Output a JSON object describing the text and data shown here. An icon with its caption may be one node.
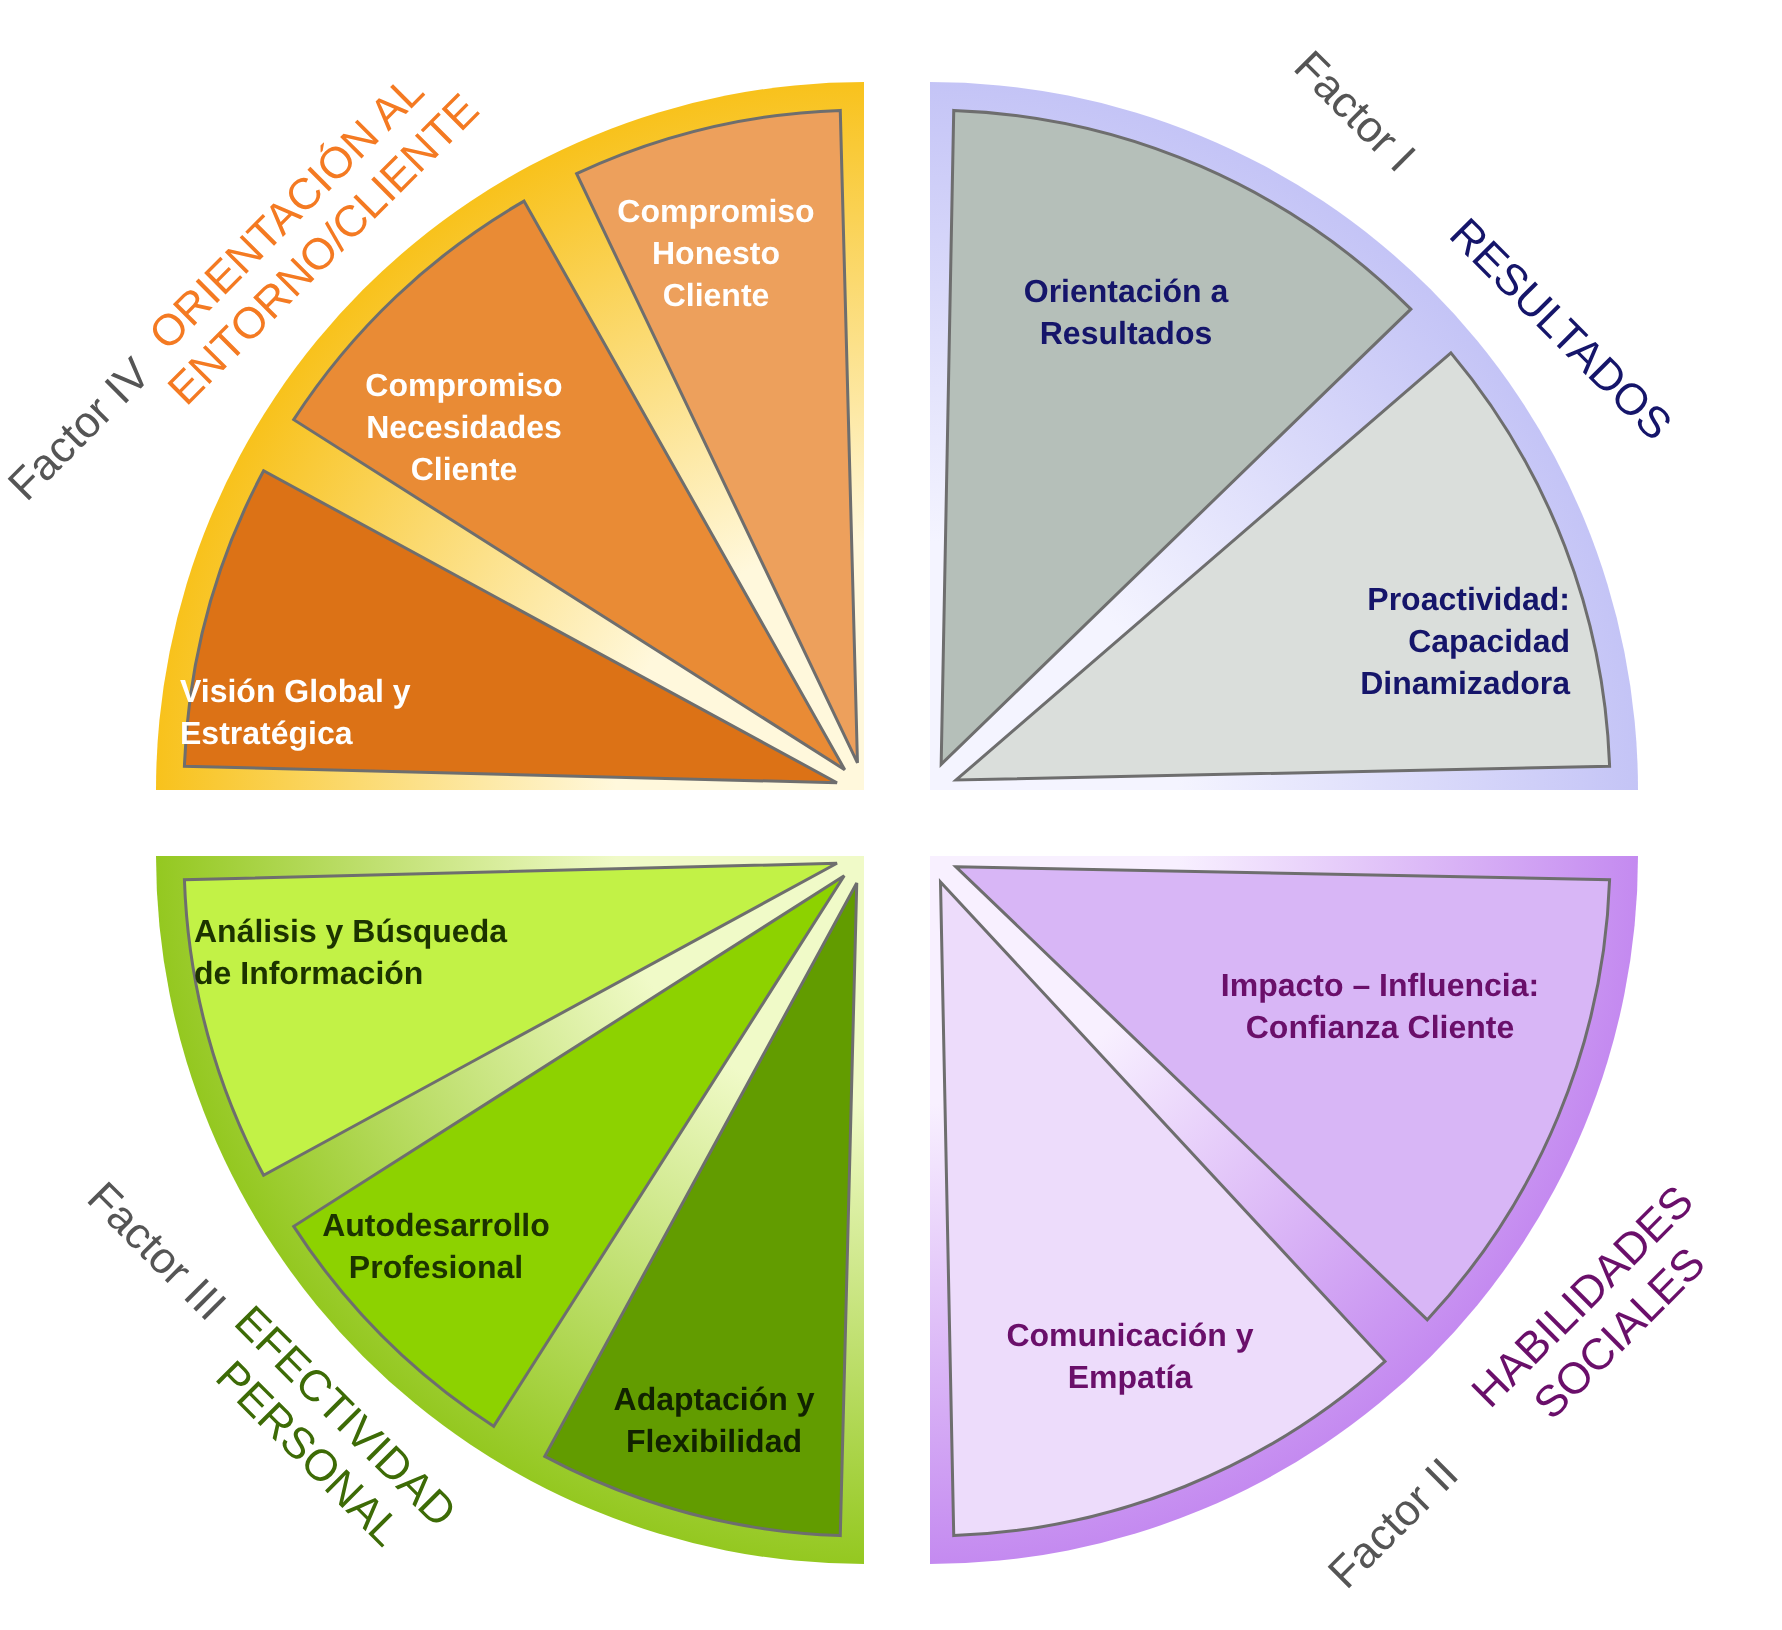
{
  "diagram": {
    "nodes": [
      {
        "text": [
          "Factor IV",
          "ORIENTACIÓN AL ENTORNO/CLIENTE"
        ]
      },
      {
        "text": [
          "Compromiso Honesto Cliente"
        ],
        "in": 0
      },
      {
        "text": [
          "Compromiso Necesidades Cliente"
        ],
        "in": 0
      },
      {
        "text": [
          "Visión Global y Estratégica"
        ],
        "in": 0
      },
      {
        "text": [
          "Factor I",
          "RESULTADOS"
        ]
      },
      {
        "text": [
          "Orientación a Resultados"
        ],
        "in": 4
      },
      {
        "text": [
          "Proactividad: Capacidad Dinamizadora"
        ],
        "in": 4
      },
      {
        "text": [
          "Factor III",
          "EFECTIVIDAD PERSONAL"
        ]
      },
      {
        "text": [
          "Análisis y Búsqueda de Información"
        ],
        "in": 7
      },
      {
        "text": [
          "Autodesarrollo Profesional"
        ],
        "in": 7
      },
      {
        "text": [
          "Adaptación y Flexibilidad"
        ],
        "in": 7
      },
      {
        "text": [
          "Factor II",
          "HABILIDADES SOCIALES"
        ]
      },
      {
        "text": [
          "Impacto – Influencia: Confianza Cliente"
        ],
        "in": 11
      },
      {
        "text": [
          "Comunicación y Empatía"
        ],
        "in": 11
      }
    ]
  }
}
